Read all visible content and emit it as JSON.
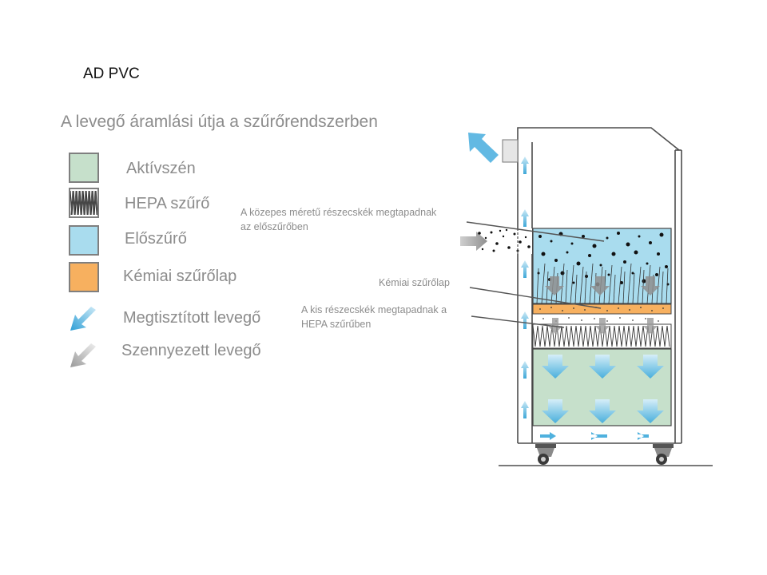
{
  "brand": "AD PVC",
  "title": "A levegő áramlási útja a szűrőrendszerben",
  "legend": [
    {
      "label": "Aktívszén",
      "icon": "activated-carbon-swatch",
      "color": "#c6e0cb"
    },
    {
      "label": "HEPA szűrő",
      "icon": "hepa-filter-swatch",
      "color": "#3a3a3a"
    },
    {
      "label": "Előszűrő",
      "icon": "prefilter-swatch",
      "color": "#a9dcee"
    },
    {
      "label": "Kémiai szűrőlap",
      "icon": "chemical-filter-swatch",
      "color": "#f7b05f"
    },
    {
      "label": "Megtisztított levegő",
      "icon": "clean-air-arrow-icon",
      "color": "#3fa8d8"
    },
    {
      "label": "Szennyezett levegő",
      "icon": "polluted-air-arrow-icon",
      "color": "#a6a6a6"
    }
  ],
  "annotations": {
    "prefilter": [
      "A közepes méretű részecskék megtapadnak",
      "az előszűrőben"
    ],
    "chemical": [
      "Kémiai szűrőlap"
    ],
    "hepa": [
      "A kis részecskék megtapadnak a",
      "HEPA szűrűben"
    ]
  }
}
